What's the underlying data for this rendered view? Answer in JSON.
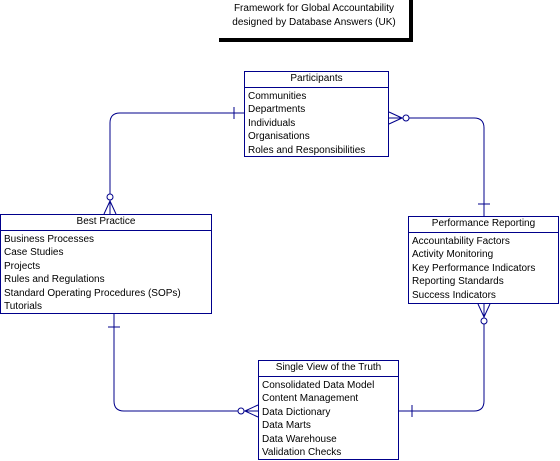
{
  "header": {
    "line1": "Framework for Global Accountability",
    "line2": "designed by Database Answers (UK)"
  },
  "colors": {
    "line": "#00008b",
    "text": "#000000"
  },
  "entities": {
    "participants": {
      "title": "Participants",
      "attributes": [
        "Communities",
        "Departments",
        "Individuals",
        "Organisations",
        "Roles and Responsibilities"
      ]
    },
    "best_practice": {
      "title": "Best Practice",
      "attributes": [
        "Business Processes",
        "Case Studies",
        "Projects",
        "Rules and Regulations",
        "Standard Operating Procedures (SOPs)",
        "Tutorials"
      ]
    },
    "performance_reporting": {
      "title": "Performance Reporting",
      "attributes": [
        "Accountability Factors",
        "Activity Monitoring",
        "Key Performance Indicators",
        "Reporting Standards",
        "Success Indicators"
      ]
    },
    "single_view": {
      "title": "Single View of the Truth",
      "attributes": [
        "Consolidated Data Model",
        "Content Management",
        "Data Dictionary",
        "Data Marts",
        "Data Warehouse",
        "Validation Checks"
      ]
    }
  }
}
